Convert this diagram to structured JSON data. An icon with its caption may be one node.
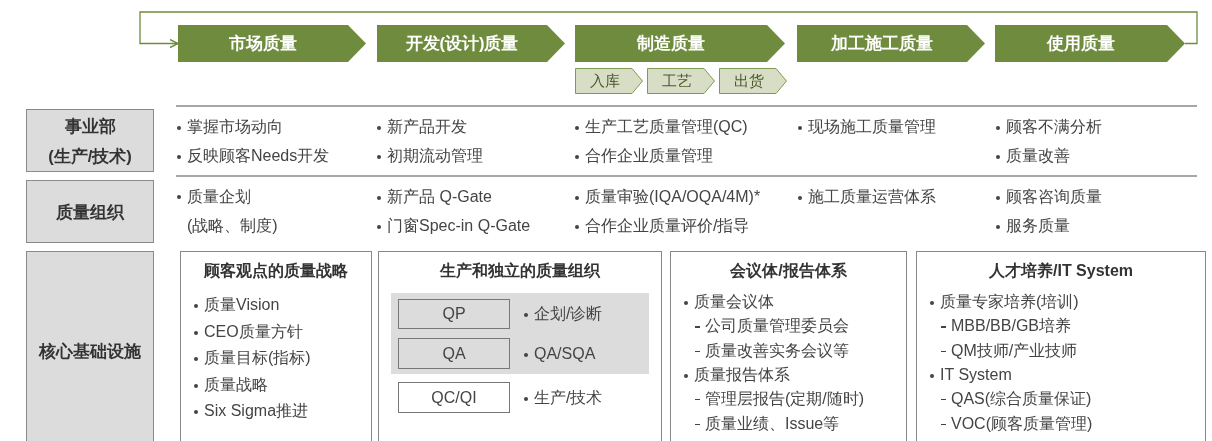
{
  "diagram": {
    "nodes": [
      {
        "text": [
          "市场质量"
        ]
      },
      {
        "text": [
          "开发(设计)质量"
        ]
      },
      {
        "text": [
          "制造质量"
        ]
      },
      {
        "text": [
          "加工施工质量"
        ]
      },
      {
        "text": [
          "使用质量"
        ]
      },
      {
        "text": [
          "入库"
        ]
      },
      {
        "text": [
          "工艺"
        ]
      },
      {
        "text": [
          "出货"
        ]
      },
      {
        "text": [
          "事业部 (生产/技术)"
        ]
      },
      {
        "text": [
          "质量组织"
        ]
      },
      {
        "text": [
          "核心基础设施"
        ]
      },
      {
        "text": [
          "顾客观点的质量战略",
          "质量Vision",
          "CEO质量方针",
          "质量目标(指标)",
          "质量战略",
          "Six Sigma推进"
        ]
      },
      {
        "text": [
          "生产和独立的质量组织"
        ]
      },
      {
        "text": [],
        "shape": "box",
        "in": 12
      },
      {
        "text": [
          "QP"
        ],
        "in": 13,
        "beside": [
          "企划/诊断"
        ]
      },
      {
        "text": [
          "QA"
        ],
        "in": 13,
        "beside": [
          "QA/SQA"
        ]
      },
      {
        "text": [
          "QC/QI"
        ],
        "in": 12,
        "beside": [
          "生产/技术"
        ]
      },
      {
        "text": [
          "会议体/报告体系",
          "质量会议体",
          "公司质量管理委员会",
          "质量改善实务会议等",
          "质量报告体系",
          "管理层报告(定期/随时)",
          "质量业绩、Issue等"
        ]
      },
      {
        "text": [
          "人才培养/IT System",
          "质量专家培养(培训)",
          "MBB/BB/GB培养",
          "QM技师/产业技师",
          "IT System",
          "QAS(综合质量保证)",
          "VOC(顾客质量管理)"
        ]
      }
    ],
    "edges": [
      {
        "from": 4,
        "to": 0,
        "arrow": "to"
      }
    ],
    "labels": [
      "掌握市场动向",
      "新产品开发",
      "生产工艺质量管理(QC)",
      "现场施工质量管理",
      "顾客不满分析",
      "反映顾客Needs开发",
      "初期流动管理",
      "合作企业质量管理",
      "质量改善",
      "质量企划 (战略、制度)",
      "新产品 Q-Gate",
      "质量审验(IQA/OQA/4M)*",
      "施工质量运营体系",
      "顾客咨询质量",
      "门窗Spec-in Q-Gate",
      "合作企业质量评价/指导",
      "服务质量"
    ]
  }
}
